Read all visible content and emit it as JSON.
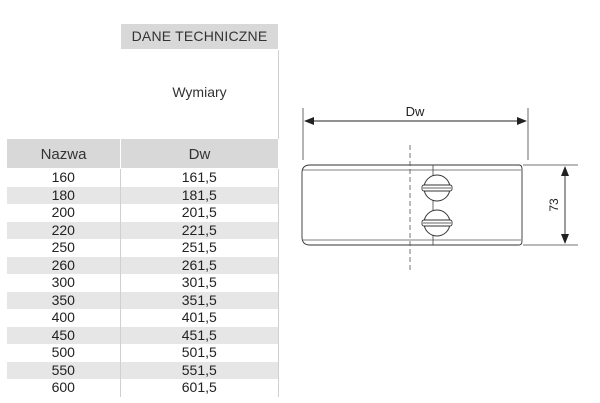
{
  "table": {
    "section_title": "DANE TECHNICZNE",
    "group_label": "Wymiary",
    "columns": [
      "Nazwa",
      "Dw"
    ],
    "rows": [
      [
        "160",
        "161,5"
      ],
      [
        "180",
        "181,5"
      ],
      [
        "200",
        "201,5"
      ],
      [
        "220",
        "221,5"
      ],
      [
        "250",
        "251,5"
      ],
      [
        "260",
        "261,5"
      ],
      [
        "300",
        "301,5"
      ],
      [
        "350",
        "351,5"
      ],
      [
        "400",
        "401,5"
      ],
      [
        "450",
        "451,5"
      ],
      [
        "500",
        "501,5"
      ],
      [
        "550",
        "551,5"
      ],
      [
        "600",
        "601,5"
      ]
    ]
  },
  "drawing": {
    "width_label": "Dw",
    "height_label": "73"
  }
}
